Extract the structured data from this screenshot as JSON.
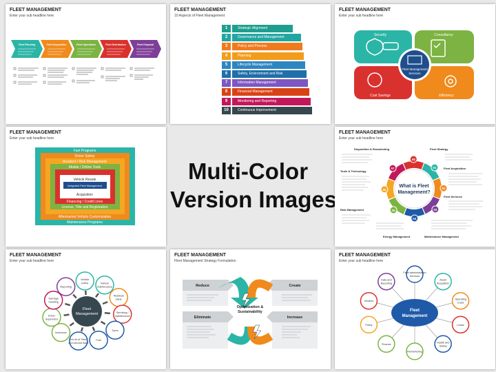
{
  "center": {
    "line1": "Multi-Color",
    "line2": "Version Images"
  },
  "slides": [
    {
      "title": "FLEET MANAGEMENT",
      "subtitle": "Enter your sub headline here",
      "chevrons": [
        "Fleet Planning",
        "Fleet Acquisition",
        "Fleet Operations",
        "Fleet Distribution",
        "Fleet Disposal"
      ],
      "colors": [
        "#2bb5a6",
        "#f08a1c",
        "#7cb342",
        "#d9322e",
        "#7e3f98"
      ]
    },
    {
      "title": "FLEET MANAGEMENT",
      "subtitle": "10 Aspects of Fleet Management",
      "aspects": [
        "Strategic Alignment",
        "Governance and Management",
        "Policy and Process",
        "Planning",
        "Lifecycle Management",
        "Safety, Environment and Risk",
        "Information Management",
        "Financial Management",
        "Monitoring and Reporting",
        "Continuous Improvement"
      ],
      "colors": [
        "#1f9e8f",
        "#22a6a2",
        "#f07b1d",
        "#f39c1c",
        "#2e86c1",
        "#1f6fa8",
        "#7e57c2",
        "#d84315",
        "#c2185b",
        "#37474f"
      ]
    },
    {
      "title": "FLEET MANAGEMENT",
      "subtitle": "Enter your sub headline here",
      "quadrants": [
        "Security",
        "Consultancy",
        "Cost Savings",
        "Efficiency"
      ],
      "center": "Fleet Management Services"
    },
    {
      "title": "FLEET MANAGEMENT",
      "subtitle": "Enter your sub headline here",
      "layers": [
        "Fuel Programs",
        "Driver Safety",
        "Accident / Risk Management",
        "Mobile / Online Tools",
        "Vehicle Resale",
        "Integrated Fleet Management",
        "Acquisition",
        "Financing / Credit Lines",
        "License, Title and Registration",
        "Aftermarket Vehicle Customization",
        "Maintenance Programs"
      ]
    },
    {
      "title": "FLEET MANAGEMENT",
      "subtitle": "Enter your sub headline here",
      "center": "What is Fleet Management?",
      "segments": [
        {
          "num": "08",
          "label": "Disposition & Remarketing"
        },
        {
          "num": "01",
          "label": "Fleet Strategy"
        },
        {
          "num": "02",
          "label": "Fleet Acquisition"
        },
        {
          "num": "03",
          "label": "Fleet Services"
        },
        {
          "num": "04",
          "label": "Maintenance Management"
        },
        {
          "num": "05",
          "label": "Energy Management"
        },
        {
          "num": "06",
          "label": "Risk Management"
        },
        {
          "num": "07",
          "label": "Tools & Technology"
        }
      ]
    },
    {
      "title": "FLEET MANAGEMENT",
      "subtitle": "Enter your sub headline here",
      "center": "Fleet Management",
      "items": [
        "Vehicle maintenance",
        "Residual value",
        "Servicing / maintenance",
        "Tyres",
        "Fuel",
        "Get rid of \"New\" and second hand",
        "Insurance",
        "Driver Supervisor",
        "Damage handling",
        "Reporting",
        "Vehicle policy"
      ]
    },
    {
      "title": "FLEET MANAGEMENT",
      "subtitle": "Fleet Management Strategy Formulation",
      "boxes": [
        "Reduce",
        "Create",
        "Eliminate",
        "Increase"
      ],
      "center": "Optimization & Sustainability"
    },
    {
      "title": "FLEET MANAGEMENT",
      "subtitle": "Enter your sub headline here",
      "center": "Fleet Management",
      "items": [
        "Fleet administration Services",
        "Asset Acquisition",
        "Operating Costs",
        "Lease",
        "Health and Safety",
        "Remarketing",
        "Finance",
        "Policy",
        "Vendors",
        "Data and Reporting"
      ]
    }
  ]
}
